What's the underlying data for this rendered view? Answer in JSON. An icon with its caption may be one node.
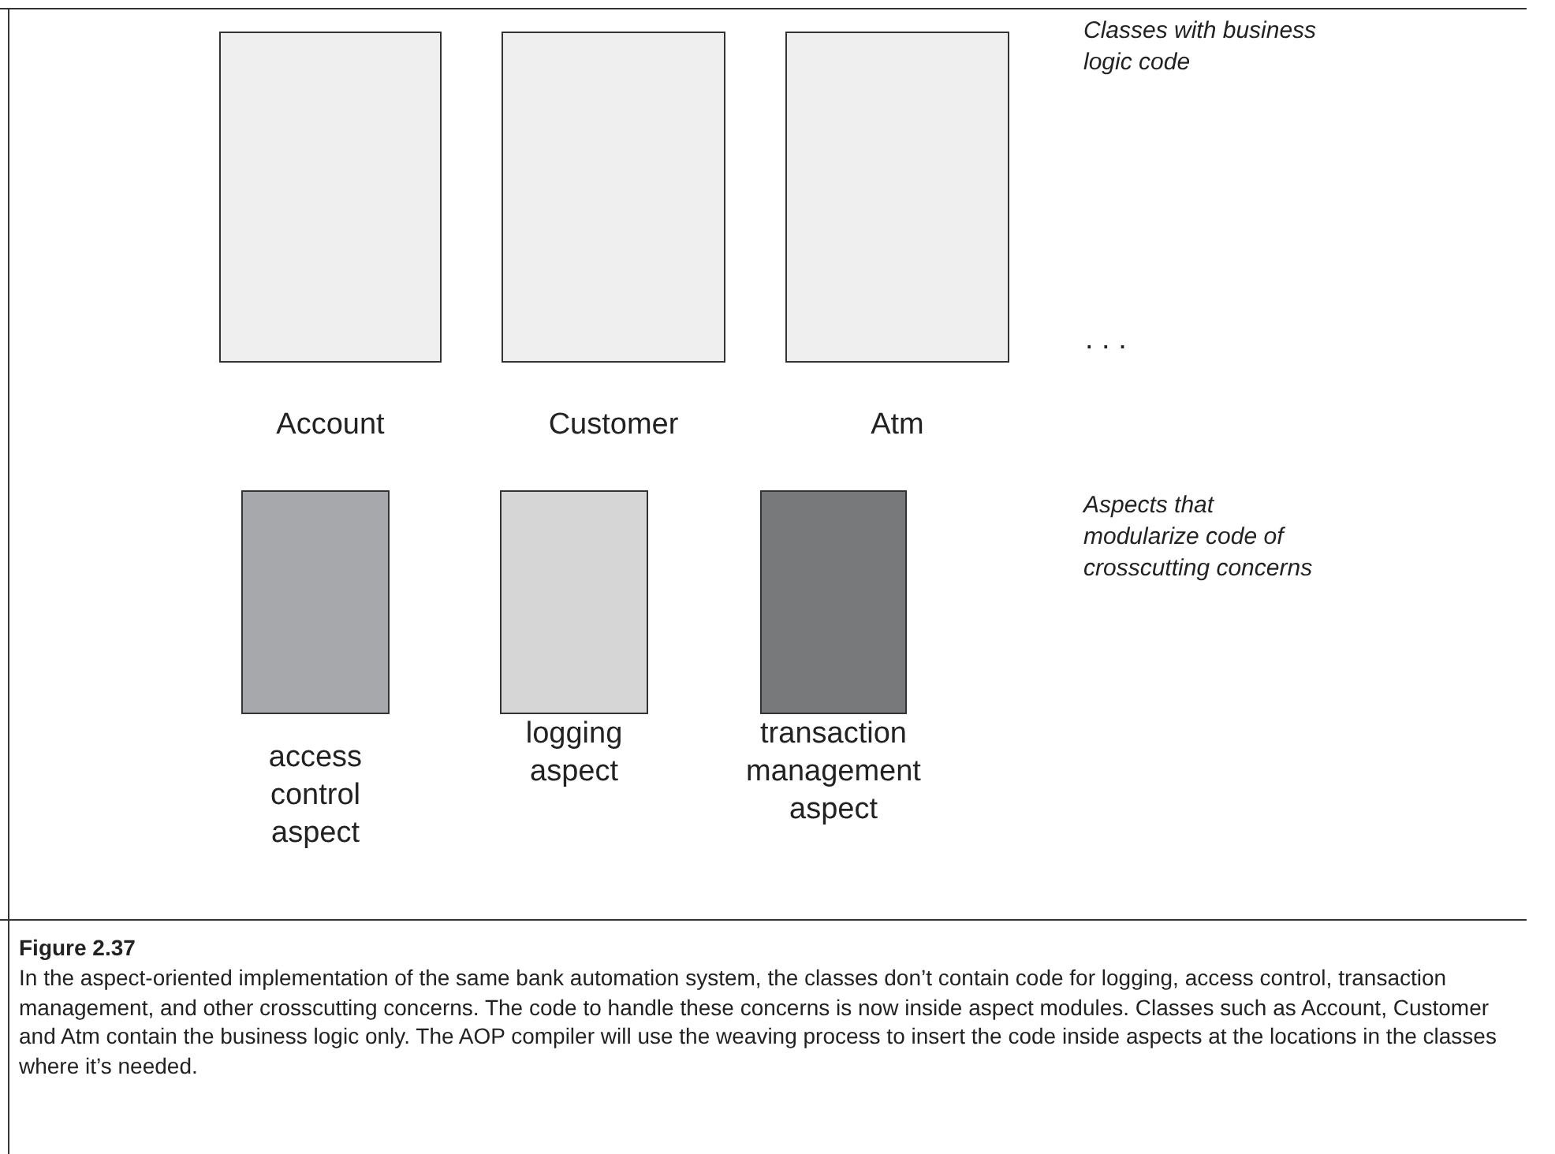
{
  "diagram": {
    "title": "Figure 2.37",
    "caption": "In the aspect-oriented implementation of the same bank automation system, the classes don’t contain code for logging, access control, transaction management, and other crosscutting concerns. The code to handle these concerns is now inside aspect modules. Classes such as Account, Customer and Atm contain the business logic only. The AOP compiler will use the weaving process to insert the code inside aspects at the locations in the classes where it’s needed.",
    "nodes": [
      {
        "text": [
          "Account"
        ]
      },
      {
        "text": [
          "Customer"
        ]
      },
      {
        "text": [
          "Atm"
        ]
      },
      {
        "text": [
          "access control aspect"
        ]
      },
      {
        "text": [
          "logging aspect"
        ]
      },
      {
        "text": [
          "transaction management aspect"
        ]
      }
    ],
    "labels": [
      "Classes with business logic code",
      ". . .",
      "Aspects that modularize code of crosscutting concerns"
    ]
  }
}
